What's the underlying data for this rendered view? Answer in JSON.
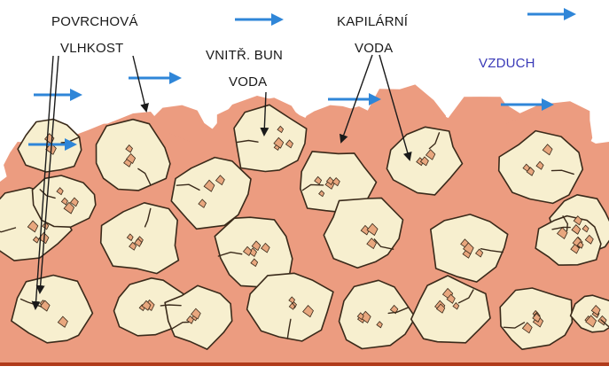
{
  "labels": {
    "surface_moisture": [
      "POVRCHOVÁ",
      "VLHKOST"
    ],
    "intracellular_water": [
      "VNITŘ. BUN",
      "VODA"
    ],
    "capillary_water": [
      "KAPILÁRNÍ",
      "VODA"
    ],
    "air": "VZDUCH"
  },
  "colors": {
    "particle_fill": "#f7efcf",
    "particle_outline": "#3a2a1a",
    "moisture_film": "#ec9c80",
    "pore": "#e8a77e",
    "arrow": "#2f86d8",
    "air_label": "#3a3ab8",
    "base_line": "#b03a1a",
    "background": "#ffffff"
  },
  "icons": {
    "airflow": "arrow-right-icon"
  }
}
